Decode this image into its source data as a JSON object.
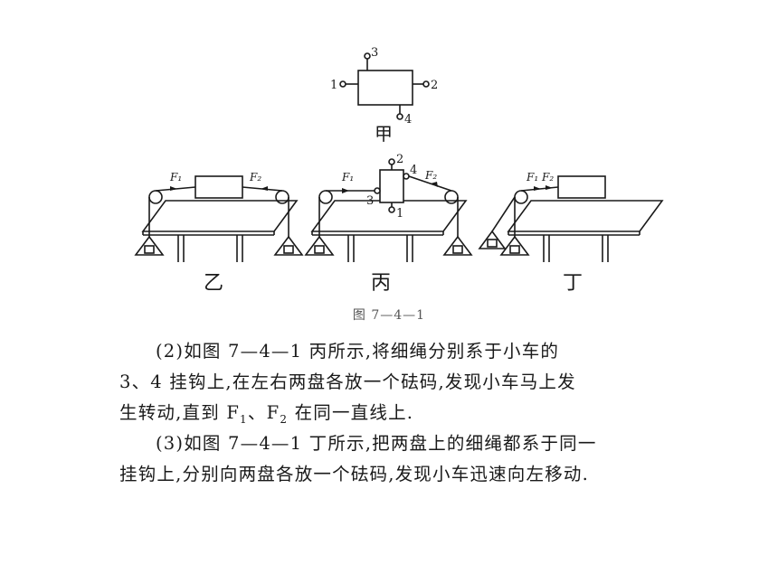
{
  "figure": {
    "jia": {
      "label": "甲",
      "hooks": {
        "top": "3",
        "left": "1",
        "right": "2",
        "bottom": "4"
      }
    },
    "yi": {
      "label": "乙",
      "f1": "F₁",
      "f2": "F₂"
    },
    "bing": {
      "label": "丙",
      "f1": "F₁",
      "f2": "F₂",
      "hooks": {
        "top": "2",
        "left": "3",
        "right": "4",
        "bottom": "1"
      }
    },
    "ding": {
      "label": "丁",
      "f1": "F₁",
      "f2": "F₂"
    },
    "caption": "图 7—4—1"
  },
  "text": {
    "p1": {
      "line1": "(2)如图 7—4—1 丙所示,将细绳分别系于小车的",
      "line2": "3、4 挂钩上,在左右两盘各放一个砝码,发现小车马上发",
      "line3_pre": "生转动,直到 ",
      "f1_main": "F",
      "f1_sub": "1",
      "sep": "、",
      "f2_main": "F",
      "f2_sub": "2",
      "line3_post": " 在同一直线上."
    },
    "p2": {
      "line1": "(3)如图 7—4—1 丁所示,把两盘上的细绳都系于同一",
      "line2": "挂钩上,分别向两盘各放一个砝码,发现小车迅速向左移动."
    }
  }
}
